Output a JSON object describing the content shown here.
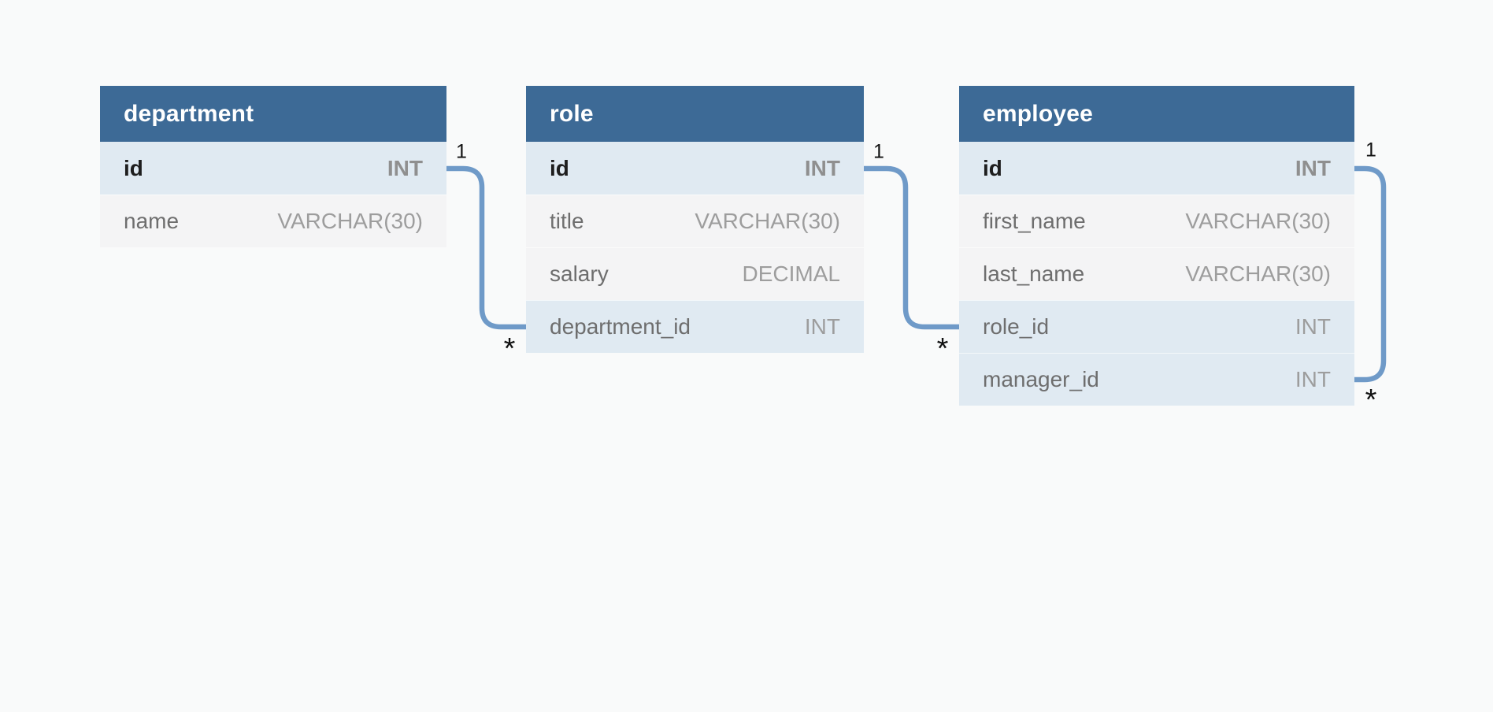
{
  "canvas": {
    "background_color": "#f9fafa"
  },
  "colors": {
    "table_header_bg": "#3d6a96",
    "table_header_text": "#ffffff",
    "key_row_bg": "#e0eaf2",
    "plain_row_bg": "#f4f4f5",
    "primary_key_name_text": "#1e1e1e",
    "primary_key_type_text": "#8f8f8f",
    "field_name_text": "#6e6e6e",
    "field_type_text": "#9d9d9d",
    "relationship_line": "#6f9ac8",
    "cardinality_label_text": "#111111"
  },
  "tables": [
    {
      "title": "department",
      "fields": [
        {
          "name": "id",
          "type": "INT",
          "key": "primary"
        },
        {
          "name": "name",
          "type": "VARCHAR(30)",
          "key": "none"
        }
      ]
    },
    {
      "title": "role",
      "fields": [
        {
          "name": "id",
          "type": "INT",
          "key": "primary"
        },
        {
          "name": "title",
          "type": "VARCHAR(30)",
          "key": "none"
        },
        {
          "name": "salary",
          "type": "DECIMAL",
          "key": "none"
        },
        {
          "name": "department_id",
          "type": "INT",
          "key": "foreign"
        }
      ]
    },
    {
      "title": "employee",
      "fields": [
        {
          "name": "id",
          "type": "INT",
          "key": "primary"
        },
        {
          "name": "first_name",
          "type": "VARCHAR(30)",
          "key": "none"
        },
        {
          "name": "last_name",
          "type": "VARCHAR(30)",
          "key": "none"
        },
        {
          "name": "role_id",
          "type": "INT",
          "key": "foreign"
        },
        {
          "name": "manager_id",
          "type": "INT",
          "key": "foreign"
        }
      ]
    }
  ],
  "relationships": [
    {
      "from_table": "department",
      "from_field": "id",
      "to_table": "role",
      "to_field": "department_id",
      "one_label": "1",
      "many_label": "*"
    },
    {
      "from_table": "role",
      "from_field": "id",
      "to_table": "employee",
      "to_field": "role_id",
      "one_label": "1",
      "many_label": "*"
    },
    {
      "from_table": "employee",
      "from_field": "id",
      "to_table": "employee",
      "to_field": "manager_id",
      "one_label": "1",
      "many_label": "*"
    }
  ]
}
